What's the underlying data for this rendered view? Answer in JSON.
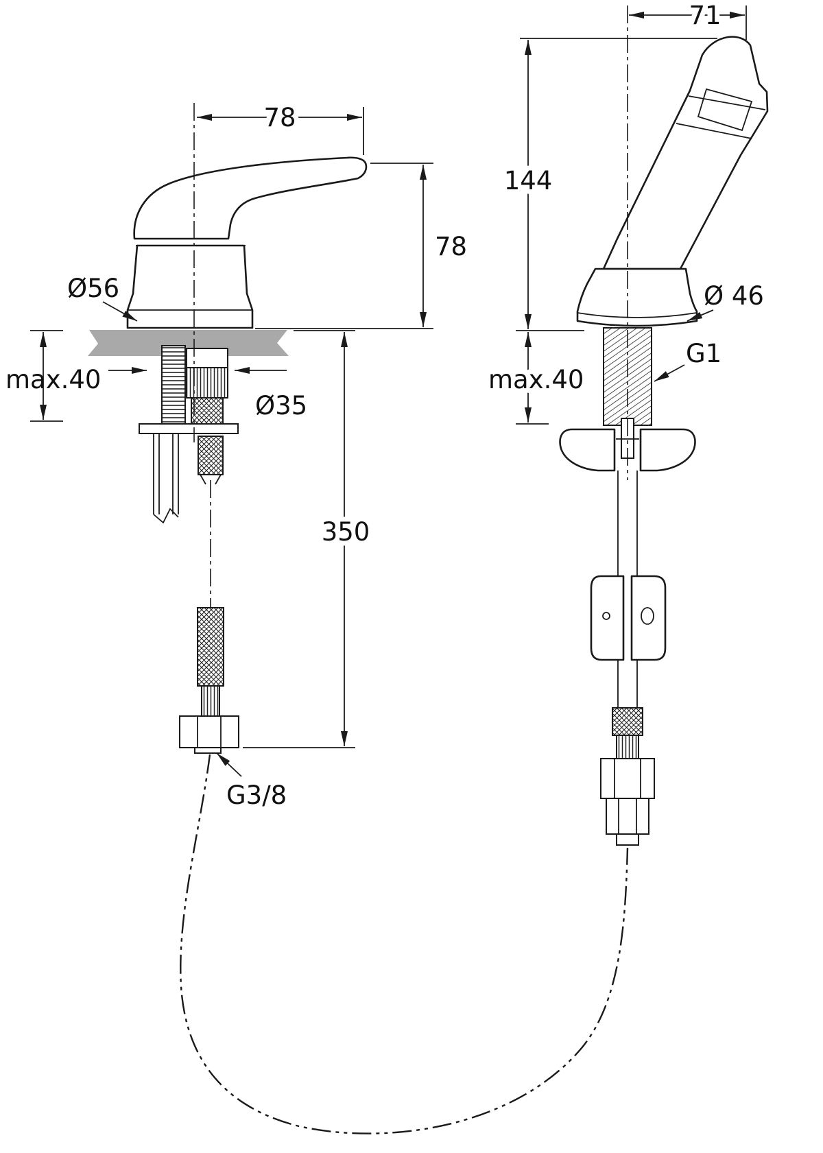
{
  "diagram": {
    "type": "technical-dimension-drawing",
    "subject": "single-lever mixer tap with pull-out hand spray - installation dimensions",
    "units": "mm",
    "colors": {
      "line": "#1a1a1a",
      "deck": "#a9a9a9",
      "background": "#ffffff"
    },
    "front": {
      "width78": "78",
      "height78": "78",
      "dia56": "Ø56",
      "max40": "max.40",
      "dia35": "Ø35",
      "len350": "350",
      "thread_g38": "G3/8"
    },
    "side": {
      "offset71": "71",
      "height144": "144",
      "dia46": "Ø 46",
      "thread_g1": "G1",
      "max40": "max.40"
    }
  }
}
